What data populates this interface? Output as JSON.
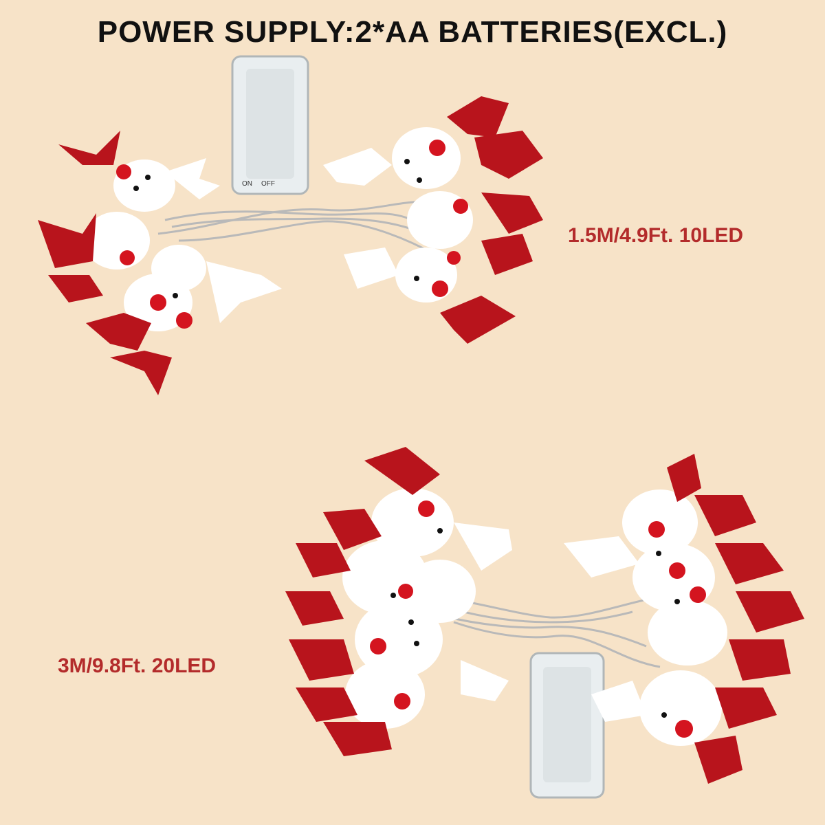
{
  "header": {
    "title": "POWER SUPPLY:2*AA BATTERIES(EXCL.)"
  },
  "products": [
    {
      "spec": "1.5M/4.9Ft. 10LED",
      "switch_labels": [
        "ON",
        "OFF"
      ]
    },
    {
      "spec": "3M/9.8Ft. 20LED"
    }
  ],
  "colors": {
    "background": "#f7e3c8",
    "bow": "#b8141c",
    "felt": "#ffffff",
    "nose": "#d4141f",
    "spec_text": "#b32b2b",
    "battery": "#e9eef0"
  }
}
